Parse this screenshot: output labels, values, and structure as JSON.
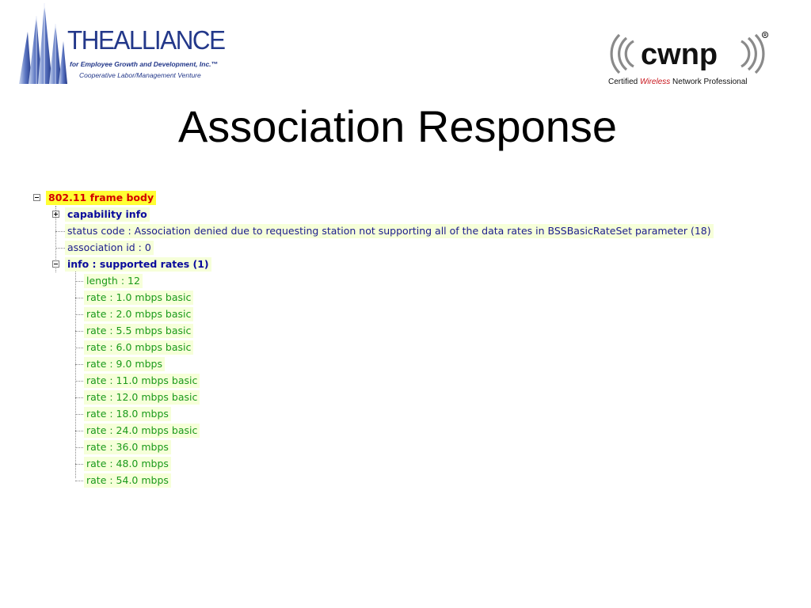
{
  "logos": {
    "alliance": {
      "name": "THEALLIANCE",
      "tagline": "for Employee Growth and Development, Inc.™",
      "venture": "Cooperative Labor/Management Venture"
    },
    "cwnp": {
      "wordmark": "cwnp",
      "tagline_prefix": "Certified ",
      "tagline_accent": "Wireless",
      "tagline_suffix": " Network Professional",
      "colors": {
        "text": "#111111",
        "accent": "#c8161d",
        "arcs": "#8a8a8a"
      }
    }
  },
  "slide": {
    "title": "Association Response"
  },
  "tree": {
    "root": {
      "label": "802.11 frame body",
      "expanded": true
    },
    "capability": {
      "label": "capability info",
      "expanded": false
    },
    "status_code": "status code : Association denied due to requesting station not supporting all of the data rates in BSSBasicRateSet parameter (18)",
    "association_id": "association id : 0",
    "supported_rates": {
      "label": "info : supported rates (1)",
      "expanded": true,
      "items": [
        "length : 12",
        "rate : 1.0 mbps basic",
        "rate : 2.0 mbps basic",
        "rate : 5.5 mbps basic",
        "rate : 6.0 mbps basic",
        "rate : 9.0 mbps",
        "rate : 11.0 mbps basic",
        "rate : 12.0 mbps basic",
        "rate : 18.0 mbps",
        "rate : 24.0 mbps basic",
        "rate : 36.0 mbps",
        "rate : 48.0 mbps",
        "rate : 54.0 mbps"
      ]
    },
    "colors": {
      "root_highlight": "#ffff33",
      "root_text": "#d40000",
      "node_text": "#0a0a9c",
      "leaf_text": "#1b1b8c",
      "rate_text": "#1a9a1a",
      "label_background": "#f6ffd9"
    }
  }
}
